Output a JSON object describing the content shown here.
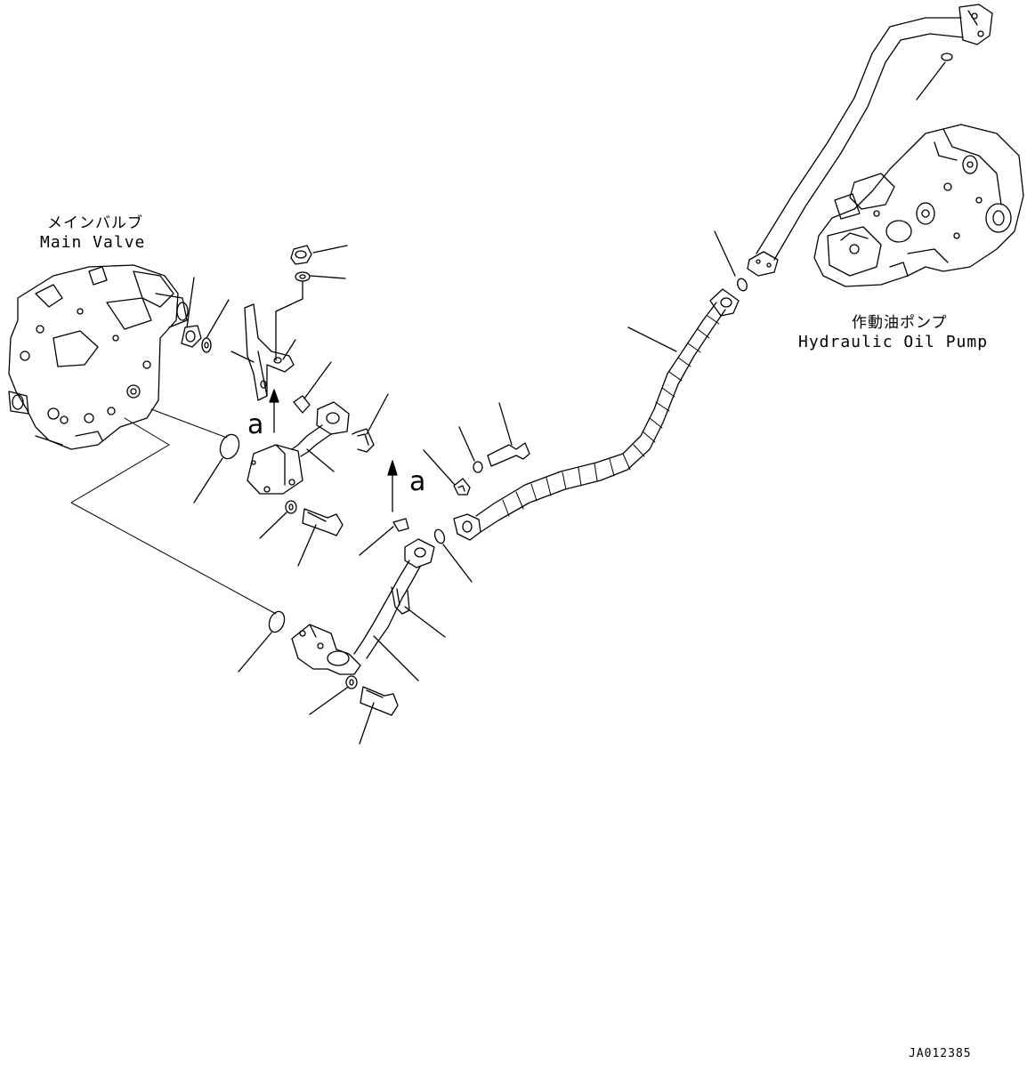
{
  "labels": {
    "main_valve_jp": "メインバルブ",
    "main_valve_en": "Main Valve",
    "pump_jp": "作動油ポンプ",
    "pump_en": "Hydraulic Oil Pump",
    "view_mark_1": "a",
    "view_mark_2": "a",
    "drawing_ref": "JA012385"
  },
  "colors": {
    "line": "#000000",
    "background": "#ffffff"
  }
}
